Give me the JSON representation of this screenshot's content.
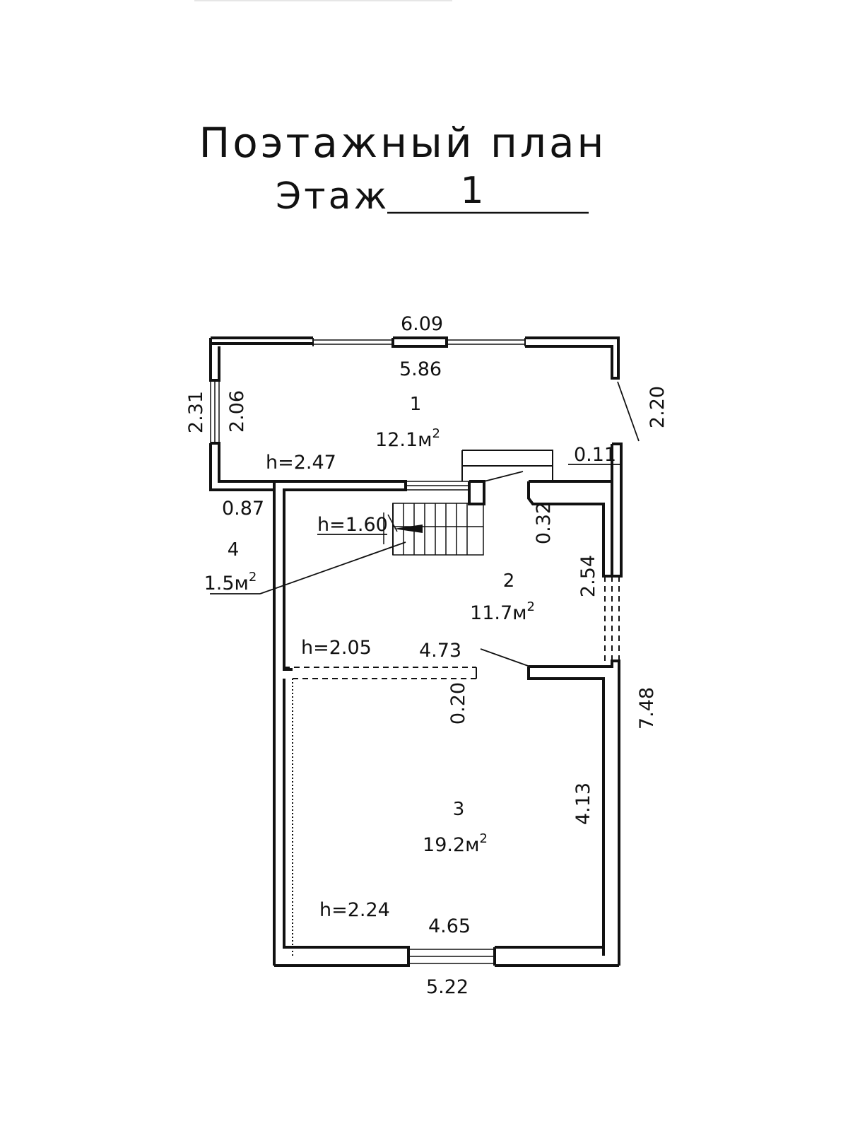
{
  "title": "Поэтажный план",
  "floor": {
    "label": "Этаж",
    "number": "1"
  },
  "rooms": [
    {
      "number": "1",
      "area": "12.1м",
      "area_unit_sup": "2",
      "height": "h=2.47"
    },
    {
      "number": "2",
      "area": "11.7м",
      "area_unit_sup": "2",
      "height": "h=2.05"
    },
    {
      "number": "3",
      "area": "19.2м",
      "area_unit_sup": "2",
      "height": "h=2.24"
    },
    {
      "number": "4",
      "area": "1.5м",
      "area_unit_sup": "2",
      "height": "h=1.60"
    }
  ],
  "dimensions": {
    "top_outer": "6.09",
    "top_inner": "5.86",
    "left_outer": "2.31",
    "left_inner": "2.06",
    "right_diagonal": "2.20",
    "wall_thickness_right": "0.11",
    "step_left": "0.87",
    "stair_right": "0.32",
    "room2_right": "2.54",
    "room2_width": "4.73",
    "partition": "0.20",
    "overall_height": "7.48",
    "room3_height": "4.13",
    "room3_width": "4.65",
    "bottom_outer": "5.22"
  }
}
